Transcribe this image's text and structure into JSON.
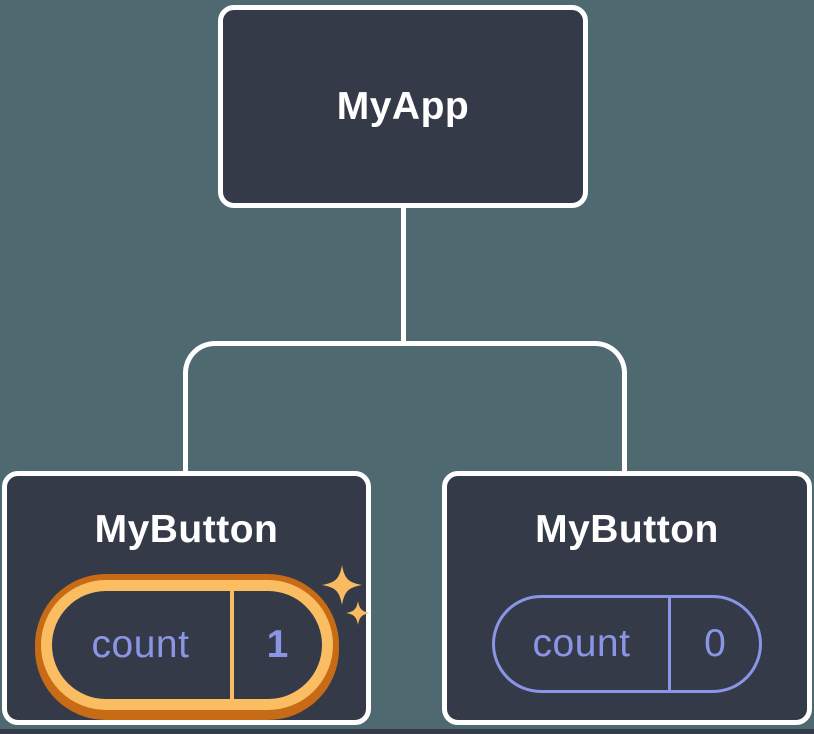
{
  "colors": {
    "background": "#4E6970",
    "node_fill": "#343A47",
    "node_border": "#FFFFFF",
    "connector": "#FFFFFF",
    "title_text": "#FFFFFF",
    "state_accent_purple": "#8A96E5",
    "highlight_orange_light": "#FABD62",
    "highlight_orange_dark": "#C76B16"
  },
  "icons": {
    "sparkle": "four-pointed-star"
  },
  "tree": {
    "root": {
      "label": "MyApp"
    },
    "children": [
      {
        "label": "MyButton",
        "highlighted": true,
        "state": {
          "name": "count",
          "value": "1"
        }
      },
      {
        "label": "MyButton",
        "highlighted": false,
        "state": {
          "name": "count",
          "value": "0"
        }
      }
    ]
  }
}
